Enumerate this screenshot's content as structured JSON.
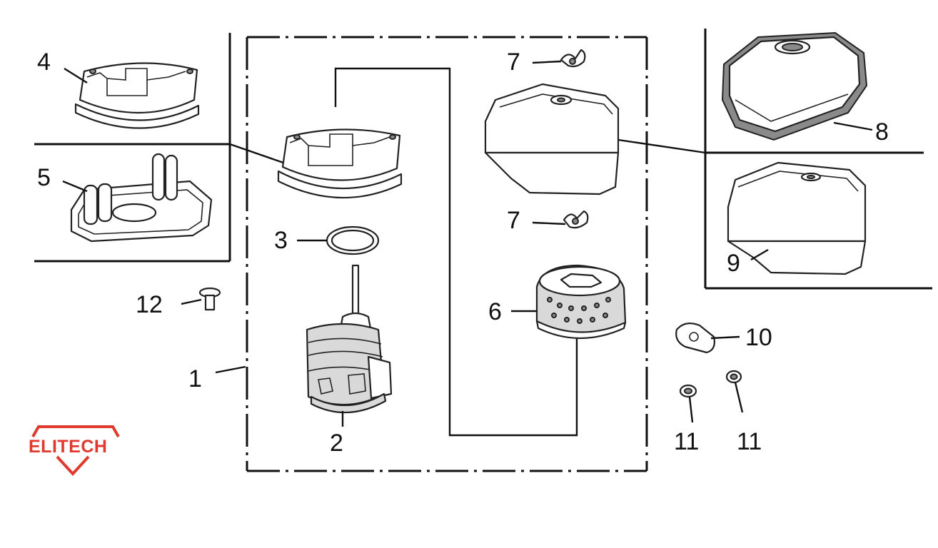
{
  "labels": {
    "l1": "1",
    "l2": "2",
    "l3": "3",
    "l4": "4",
    "l5": "5",
    "l6": "6",
    "l7a": "7",
    "l7b": "7",
    "l8": "8",
    "l9": "9",
    "l10": "10",
    "l11a": "11",
    "l11b": "11",
    "l12": "12"
  },
  "brand": {
    "logo_text": "ELITECH",
    "color": "#e03a2f"
  }
}
